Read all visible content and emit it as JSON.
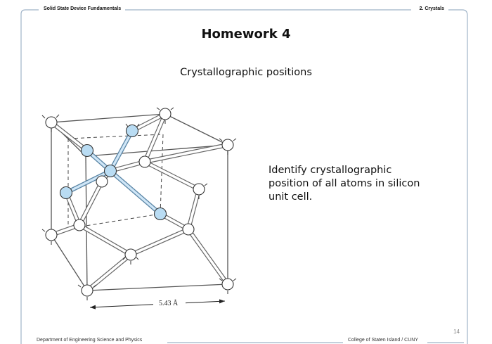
{
  "header": {
    "course_title": "Solid State Device Fundamentals",
    "section": "2. Crystals"
  },
  "slide": {
    "title": "Homework 4",
    "subtitle": "Crystallographic positions",
    "body_lines": [
      "Identify crystallographic",
      "position of all atoms in silicon",
      "unit cell."
    ],
    "page_number": "14"
  },
  "figure": {
    "dimension_label": "5.43 Å",
    "atom_color_highlight": "#b9dcf3",
    "atom_color_default": "#ffffff",
    "bond_color_highlight": "#7fa9c9"
  },
  "footer": {
    "left": "Department of Engineering Science and Physics",
    "right": "College of Staten Island / CUNY"
  }
}
